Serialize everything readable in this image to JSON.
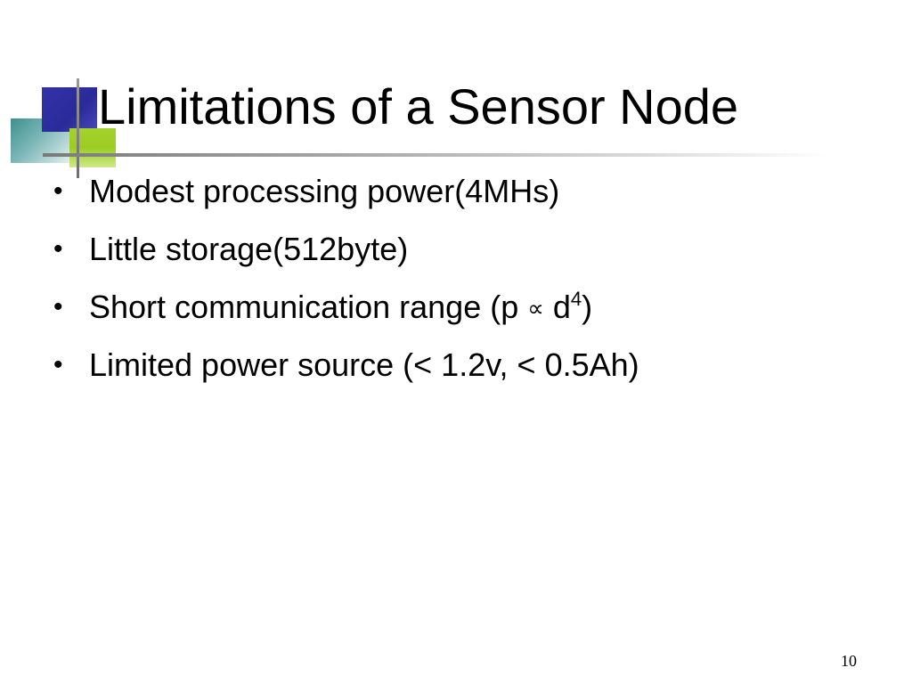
{
  "slide": {
    "title": "Limitations of a Sensor Node",
    "bullet_glyph": "•",
    "bullets": [
      {
        "text": "Modest processing power(4MHs)"
      },
      {
        "text": "Little storage(512byte)"
      },
      {
        "text_before": "Short communication range (p ",
        "symbol": "∝",
        "text_mid": " d",
        "superscript": "4",
        "text_after": ")"
      },
      {
        "text": "Limited power source (< 1.2v, < 0.5Ah)"
      }
    ],
    "page_number": "10",
    "colors": {
      "accent_blue": "#2a2a9a",
      "accent_green": "#9ccc24",
      "accent_teal": "#3f8f8f",
      "rule_gray": "#7a7a7a"
    }
  }
}
